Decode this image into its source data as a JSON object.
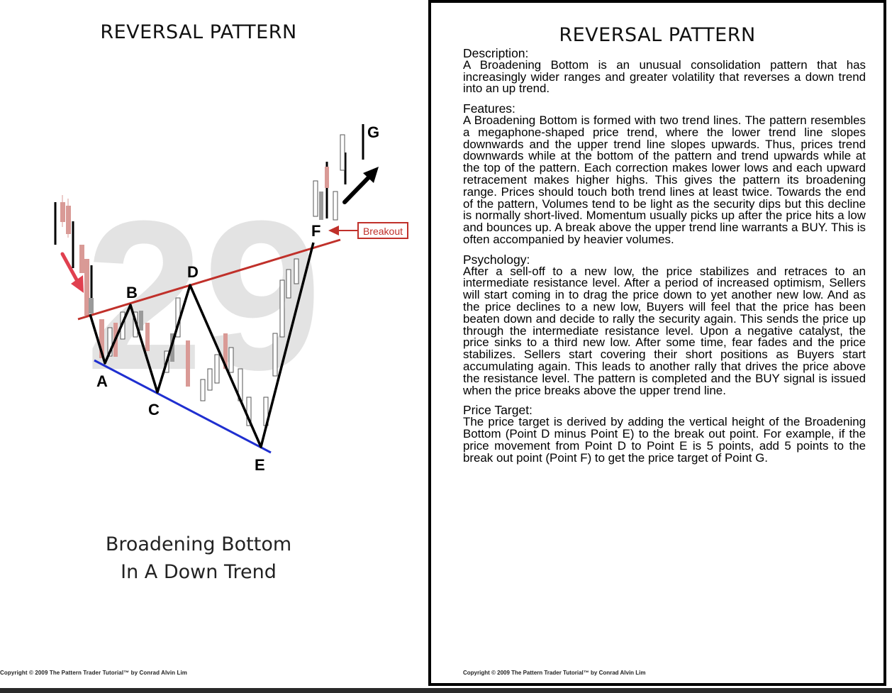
{
  "left_panel": {
    "title": "REVERSAL PATTERN",
    "watermark": "29",
    "point_labels": {
      "A": "A",
      "B": "B",
      "C": "C",
      "D": "D",
      "E": "E",
      "F": "F",
      "G": "G"
    },
    "breakout_label": "Breakout",
    "caption_line1": "Broadening Bottom",
    "caption_line2": "In A Down Trend",
    "copyright": "Copyright © 2009 The Pattern Trader Tutorial™ by Conrad Alvin Lim",
    "colors": {
      "upper_trendline": "#c0302a",
      "lower_trendline": "#1f2fd0",
      "pattern_line": "#000000",
      "arrow_red": "#e0404f",
      "candle_red": "#d99a96",
      "candle_gray": "#9a9a9a",
      "watermark": "#e3e3e3"
    }
  },
  "right_panel": {
    "title": "REVERSAL PATTERN",
    "sections": [
      {
        "heading": "Description:",
        "body": "A Broadening Bottom is an unusual consolidation pattern that has increasingly wider ranges and greater volatility that reverses a down trend into an up trend."
      },
      {
        "heading": "Features:",
        "body": "A Broadening Bottom is formed with two trend lines. The pattern resembles a megaphone-shaped price trend, where the lower trend line slopes downwards and the upper trend line slopes upwards. Thus, prices trend downwards while at the bottom of the pattern and trend upwards while at the top of the pattern. Each correction makes lower lows and each upward retracement makes higher highs. This gives the pattern its broadening range. Prices should touch both trend lines at least twice. Towards the end of the pattern, Volumes tend to be light as the security dips but this decline is normally short-lived. Momentum usually picks up after the price hits a low and bounces up. A break above the upper trend line warrants a BUY. This is often accompanied by heavier volumes."
      },
      {
        "heading": "Psychology:",
        "body": "After a sell-off to a new low, the price stabilizes and retraces to an intermediate resistance level. After a period of increased optimism, Sellers will start coming in to drag the price down to yet another new low. And as the price declines to a new low, Buyers will feel that the price has been beaten down and decide to rally the security again. This sends the price up through the intermediate resistance level. Upon a negative catalyst, the price sinks to a third new low. After some time, fear fades and the price stabilizes. Sellers start covering their short positions as Buyers start accumulating again. This leads to another rally that drives the price above the resistance level. The pattern is completed and the BUY signal is issued when the price breaks above the upper trend line."
      },
      {
        "heading": "Price Target:",
        "body": "The price target is derived by adding the vertical height of the Broadening Bottom (Point D minus Point E) to the break out point. For example, if the price movement from Point D to Point E is 5 points, add 5 points to the break out point (Point F) to get the price target of Point G."
      }
    ],
    "copyright": "Copyright © 2009 The Pattern Trader Tutorial™ by Conrad Alvin Lim"
  }
}
